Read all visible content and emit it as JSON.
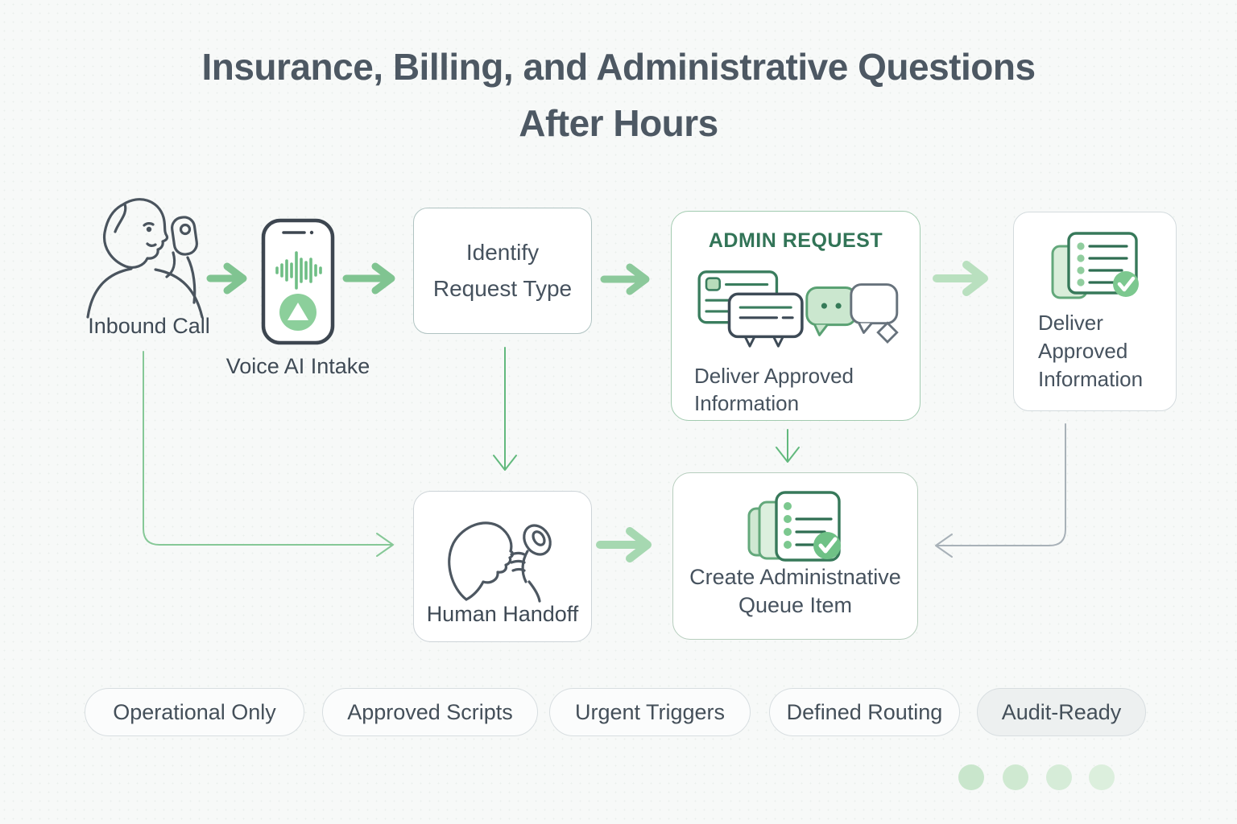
{
  "title": {
    "line1": "Insurance, Billing, and Administrative Questions",
    "line2": "After Hours"
  },
  "nodes": {
    "inbound": {
      "label": "Inbound Call",
      "icon": "person-on-phone-icon"
    },
    "voice": {
      "label": "Voice AI Intake",
      "icon": "smartphone-waveform-icon"
    },
    "identify": {
      "label": "Identify Request Type"
    },
    "admin": {
      "heading": "ADMIN REQUEST",
      "caption": "Deliver Approved Information",
      "icons": [
        "id-card-icon",
        "chat-bubbles-icon"
      ]
    },
    "deliver": {
      "caption": "Deliver Approved Information",
      "icon": "checklist-approved-icon"
    },
    "handoff": {
      "label": "Human Handoff",
      "icon": "person-with-handset-icon"
    },
    "queue": {
      "caption": "Create Administnative Queue Item",
      "icon": "stacked-checklist-icon"
    }
  },
  "badges": [
    "Operational Only",
    "Approved Scripts",
    "Urgent Triggers",
    "Defined Routing",
    "Audit-Ready"
  ],
  "progress_dots": 4,
  "colors": {
    "arrow_green": "#82c593",
    "arrow_light_green": "#b9e0bf",
    "thin_line_green": "#6dbd84",
    "thin_line_gray": "#a8b1b8",
    "heading_green": "#327457",
    "ink": "#46525e",
    "dot_green": "#cde8d0"
  }
}
